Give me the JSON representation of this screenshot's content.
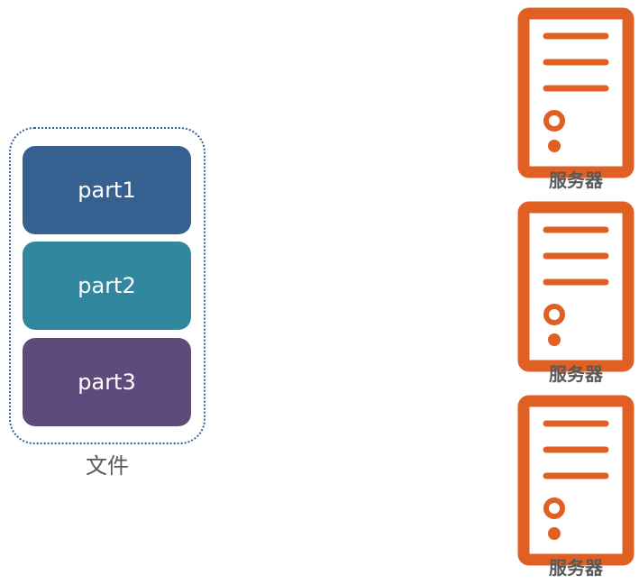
{
  "file": {
    "label": "文件",
    "parts": [
      "part1",
      "part2",
      "part3"
    ]
  },
  "servers": [
    {
      "label": "服务器"
    },
    {
      "label": "服务器"
    },
    {
      "label": "服务器"
    }
  ],
  "colors": {
    "part1": "#36608f",
    "part2": "#31879e",
    "part3": "#5e4b7c",
    "server": "#e06024",
    "group_border": "#3a5f9a",
    "label_text": "#595959"
  },
  "icons": [
    "server-icon"
  ]
}
